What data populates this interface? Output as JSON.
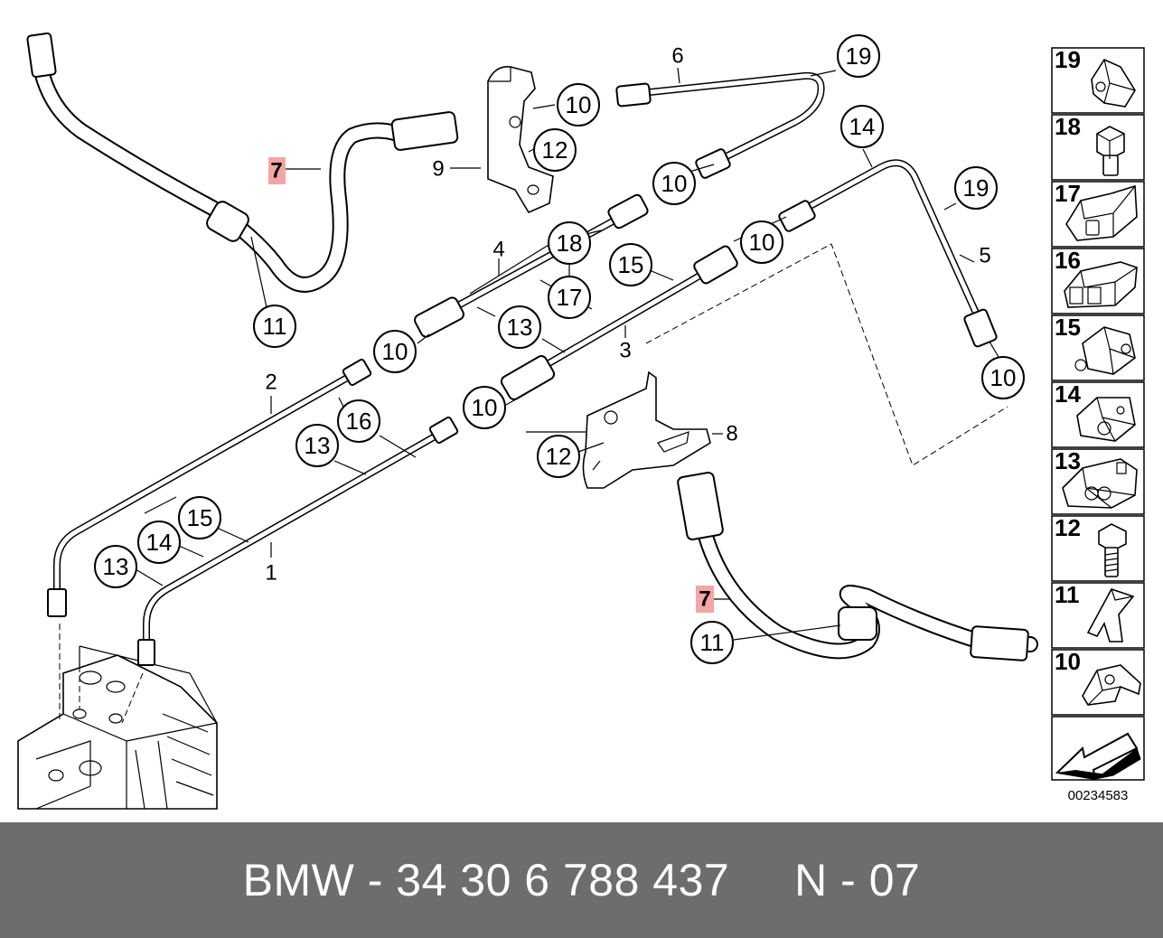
{
  "diagram": {
    "callouts": [
      {
        "id": "c19-top",
        "label": "19"
      },
      {
        "id": "c10-a",
        "label": "10"
      },
      {
        "id": "c12-a",
        "label": "12"
      },
      {
        "id": "c10-b",
        "label": "10"
      },
      {
        "id": "c14-top",
        "label": "14"
      },
      {
        "id": "c19-right",
        "label": "19"
      },
      {
        "id": "c18",
        "label": "18"
      },
      {
        "id": "c15-a",
        "label": "15"
      },
      {
        "id": "c10-c",
        "label": "10"
      },
      {
        "id": "c17",
        "label": "17"
      },
      {
        "id": "c13-a",
        "label": "13"
      },
      {
        "id": "c10-d",
        "label": "10"
      },
      {
        "id": "c11-a",
        "label": "11"
      },
      {
        "id": "c10-right",
        "label": "10"
      },
      {
        "id": "c16",
        "label": "16"
      },
      {
        "id": "c10-e",
        "label": "10"
      },
      {
        "id": "c13-b",
        "label": "13"
      },
      {
        "id": "c12-b",
        "label": "12"
      },
      {
        "id": "c15-b",
        "label": "15"
      },
      {
        "id": "c14-b",
        "label": "14"
      },
      {
        "id": "c13-c",
        "label": "13"
      },
      {
        "id": "c11-b",
        "label": "11"
      }
    ],
    "labels": [
      {
        "id": "l6",
        "label": "6"
      },
      {
        "id": "l9",
        "label": "9"
      },
      {
        "id": "l4",
        "label": "4"
      },
      {
        "id": "l5",
        "label": "5"
      },
      {
        "id": "l3",
        "label": "3"
      },
      {
        "id": "l2",
        "label": "2"
      },
      {
        "id": "l8",
        "label": "8"
      },
      {
        "id": "l1",
        "label": "1"
      }
    ],
    "highlighted_labels": [
      {
        "id": "h7-top",
        "label": "7"
      },
      {
        "id": "h7-bottom",
        "label": "7"
      }
    ],
    "highlight_color": "#f4a5a5",
    "legend": [
      "19",
      "18",
      "17",
      "16",
      "15",
      "14",
      "13",
      "12",
      "11",
      "10"
    ],
    "reference_number": "00234583"
  },
  "footer": {
    "text": "BMW - 34 30 6 788 437     N - 07",
    "background": "#6d6d6d"
  }
}
